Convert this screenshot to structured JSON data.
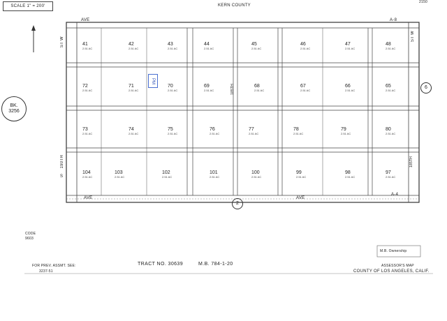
{
  "header": {
    "scale": "SCALE 1\" = 200'",
    "county": "KERN COUNTY",
    "corner_note": "2150"
  },
  "roads": {
    "north_ave": "AVE",
    "north_code": "A-8",
    "south_ave_left": "AVE",
    "south_ave_right": "AVE",
    "south_code": "A-4",
    "street_190th": "190TH",
    "street_190th_prefix": "S",
    "street_st_w_left": "ST W",
    "street_185th": "185TH",
    "street_185th_b": "185TH",
    "street_st_w_right": "ST W"
  },
  "markers": {
    "bk_label": "BK.",
    "bk_number": "3256",
    "circle_right": "6",
    "circle_bottom": "2",
    "blue_tag": "PM"
  },
  "parcels": [
    {
      "num": "41",
      "area": "2.51 AC"
    },
    {
      "num": "42",
      "area": "2.51 AC"
    },
    {
      "num": "43",
      "area": "2.51 AC"
    },
    {
      "num": "44",
      "area": "2.51 AC"
    },
    {
      "num": "45",
      "area": "2.51 AC"
    },
    {
      "num": "46",
      "area": "2.51 AC"
    },
    {
      "num": "47",
      "area": "2.51 AC"
    },
    {
      "num": "48",
      "area": "2.51 AC"
    },
    {
      "num": "72",
      "area": "2.51 AC"
    },
    {
      "num": "71",
      "area": "2.51 AC"
    },
    {
      "num": "70",
      "area": "2.51 AC"
    },
    {
      "num": "69",
      "area": "2.51 AC"
    },
    {
      "num": "68",
      "area": "2.51 AC"
    },
    {
      "num": "67",
      "area": "2.51 AC"
    },
    {
      "num": "66",
      "area": "2.51 AC"
    },
    {
      "num": "65",
      "area": "2.51 AC"
    },
    {
      "num": "73",
      "area": "2.51 AC"
    },
    {
      "num": "74",
      "area": "2.51 AC"
    },
    {
      "num": "75",
      "area": "2.51 AC"
    },
    {
      "num": "76",
      "area": "2.51 AC"
    },
    {
      "num": "77",
      "area": "2.51 AC"
    },
    {
      "num": "78",
      "area": "2.51 AC"
    },
    {
      "num": "79",
      "area": "2.51 AC"
    },
    {
      "num": "80",
      "area": "2.51 AC"
    },
    {
      "num": "104",
      "area": "2.51 AC"
    },
    {
      "num": "103",
      "area": "2.51 AC"
    },
    {
      "num": "102",
      "area": "2.51 AC"
    },
    {
      "num": "101",
      "area": "2.51 AC"
    },
    {
      "num": "100",
      "area": "2.51 AC"
    },
    {
      "num": "99",
      "area": "2.51 AC"
    },
    {
      "num": "98",
      "area": "2.51 AC"
    },
    {
      "num": "97",
      "area": "2.51 AC"
    }
  ],
  "legend_box": "M.B. Ownership",
  "footer": {
    "code_label": "CODE",
    "code_value": "9603",
    "prev_label": "FOR PREV. ASSMT. SEE:",
    "prev_value": "3237-51",
    "tract": "TRACT NO. 30639",
    "mb": "M.B. 784-1-20",
    "assessor_line1": "ASSESSOR'S MAP",
    "assessor_line2": "COUNTY OF LOS ANGELES, CALIF."
  }
}
